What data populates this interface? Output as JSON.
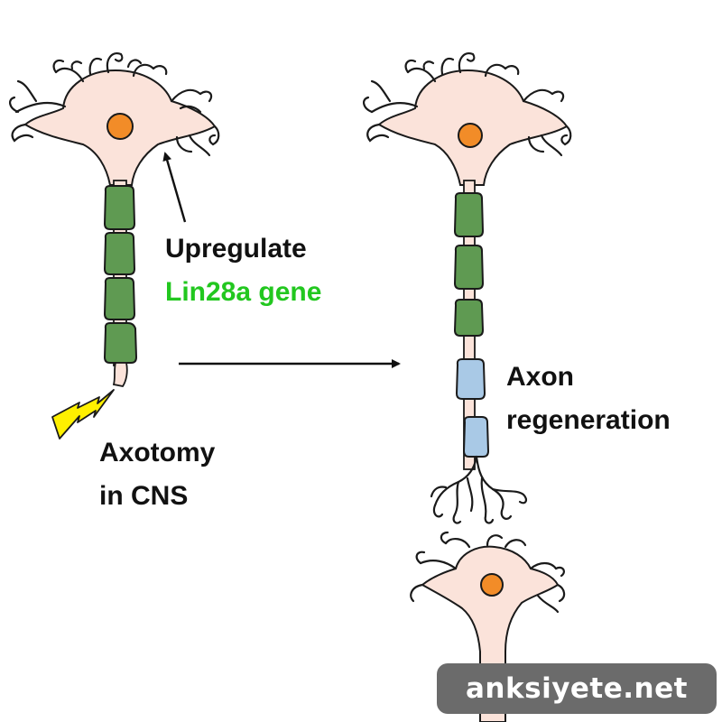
{
  "labels": {
    "upregulate": "Upregulate",
    "gene": "Lin28a gene",
    "axotomy_line1": "Axotomy",
    "axotomy_line2": "in CNS",
    "axon": "Axon",
    "regeneration": "regeneration"
  },
  "watermark": "anksiyete.net",
  "colors": {
    "text": "#111111",
    "gene_text": "#22c71f",
    "soma_fill": "#fbe3da",
    "nucleus": "#f28c28",
    "myelin_green": "#5f9a52",
    "regenerated_segment": "#a9c9e6",
    "lightning": "#fff000",
    "watermark_bg": "#6b6b6b"
  },
  "icons": [
    "neuron-injured-icon",
    "neuron-regenerated-icon",
    "lightning-bolt-icon",
    "arrow-right-icon",
    "arrow-up-icon"
  ]
}
